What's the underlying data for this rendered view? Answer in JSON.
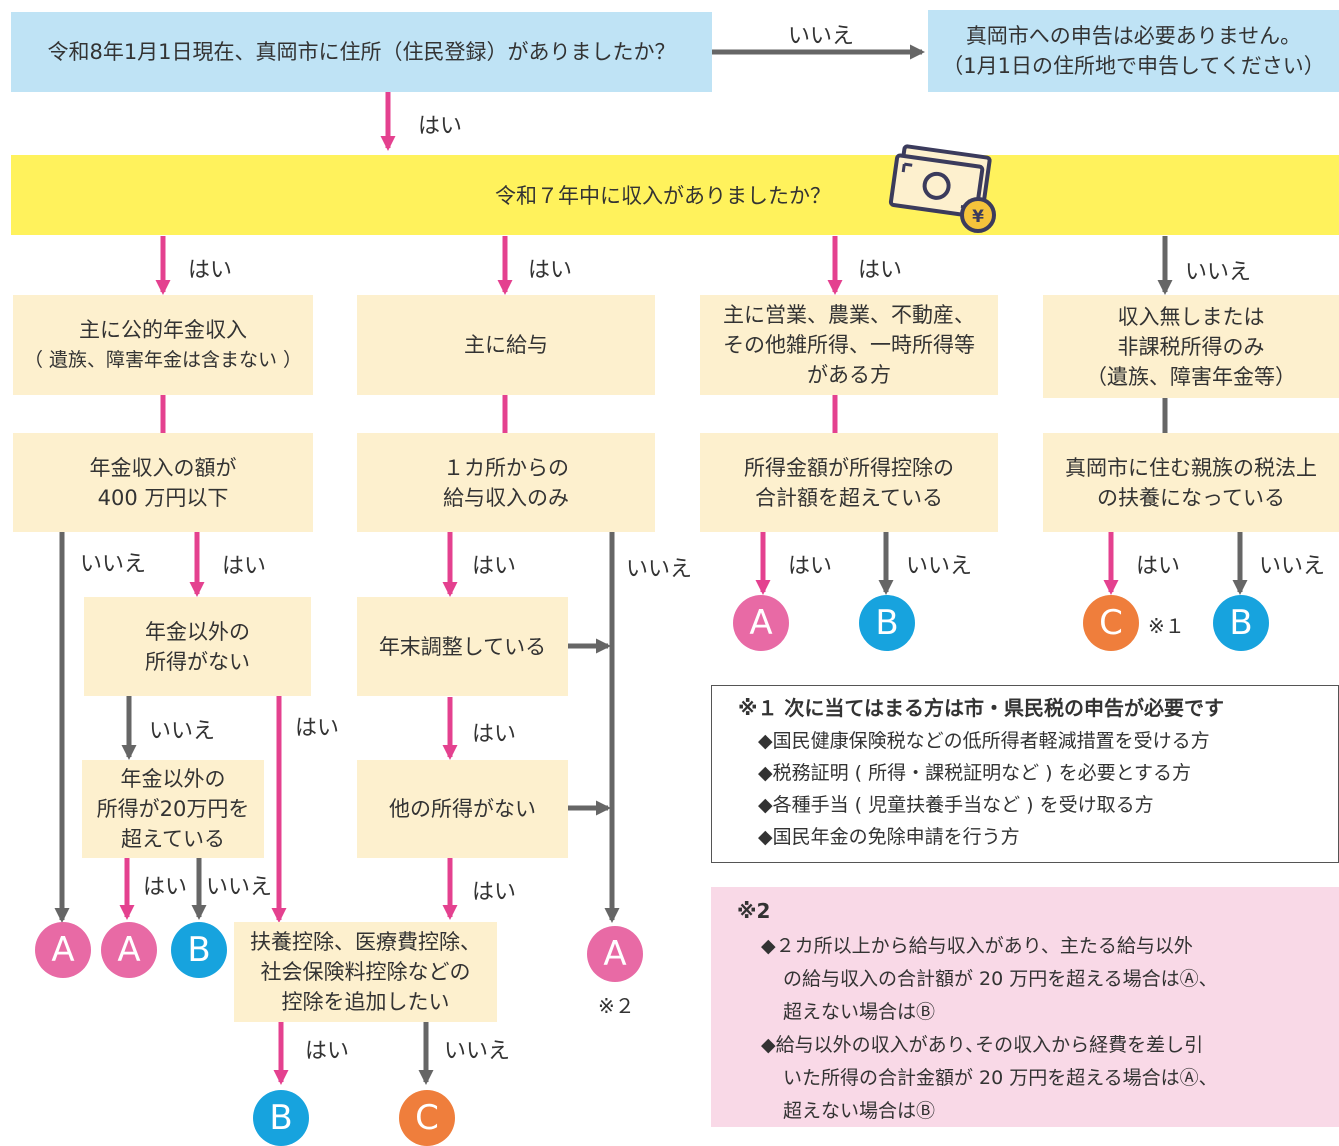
{
  "q_address": "令和8年1月1日現在、真岡市に住所（住民登録）がありましたか？",
  "no_filing": [
    "真岡市への申告は必要ありません。",
    "（1月1日の住所地で申告してください）"
  ],
  "q_income": "令和７年中に収入がありましたか？",
  "yes": "はい",
  "no": "いいえ",
  "pension_main": [
    "主に公的年金収入",
    "（ 遺族、障害年金は含まない ）"
  ],
  "salary_main": "主に給与",
  "business_main": [
    "主に営業、農業、不動産、",
    "その他雑所得、一時所得等",
    "がある方"
  ],
  "no_income": [
    "収入無しまたは",
    "非課税所得のみ",
    "（遺族、障害年金等）"
  ],
  "pension_amount": [
    "年金収入の額が",
    "400 万円以下"
  ],
  "one_employer": [
    "１カ所からの",
    "給与収入のみ"
  ],
  "income_exceeds": [
    "所得金額が所得控除の",
    "合計額を超えている"
  ],
  "dependent": [
    "真岡市に住む親族の税法上",
    "の扶養になっている"
  ],
  "no_other_income_p": [
    "年金以外の",
    "所得がない"
  ],
  "year_end_adj": "年末調整している",
  "other_income_20": [
    "年金以外の",
    "所得が20万円を",
    "超えている"
  ],
  "no_other_income_s": "他の所得がない",
  "add_deduction": [
    "扶養控除、医療費控除、",
    "社会保険料控除などの",
    "控除を追加したい"
  ],
  "circle_a": "A",
  "circle_b": "B",
  "circle_c": "C",
  "mark1": "※１",
  "mark2": "※２",
  "note1": {
    "title": "※１ 次に当てはまる方は市・県民税の申告が必要です",
    "items": [
      "◆国民健康保険税などの低所得者軽減措置を受ける方",
      "◆税務証明 ( 所得・課税証明など ) を必要とする方",
      "◆各種手当 ( 児童扶養手当など ) を受け取る方",
      "◆国民年金の免除申請を行う方"
    ]
  },
  "note2": {
    "title": "※2",
    "lines": [
      "◆２カ所以上から給与収入があり、主たる給与以外",
      "の給与収入の合計額が 20 万円を超える場合はⒶ、",
      "超えない場合はⒷ",
      "◆給与以外の収入があり､その収入から経費を差し引",
      "いた所得の合計金額が 20 万円を超える場合はⒶ、",
      "超えない場合はⒷ"
    ]
  },
  "colors": {
    "pink": "#e4418f",
    "gray": "#666666",
    "blue_box": "#bfe3f5",
    "yellow_band": "#fff25c",
    "cream": "#fdf0ce",
    "circle_a": "#e86aa5",
    "circle_b": "#17a3de",
    "circle_c": "#ef7e3c",
    "note2_bg": "#f9d9e7"
  },
  "icon": "money-bills-yen-icon"
}
